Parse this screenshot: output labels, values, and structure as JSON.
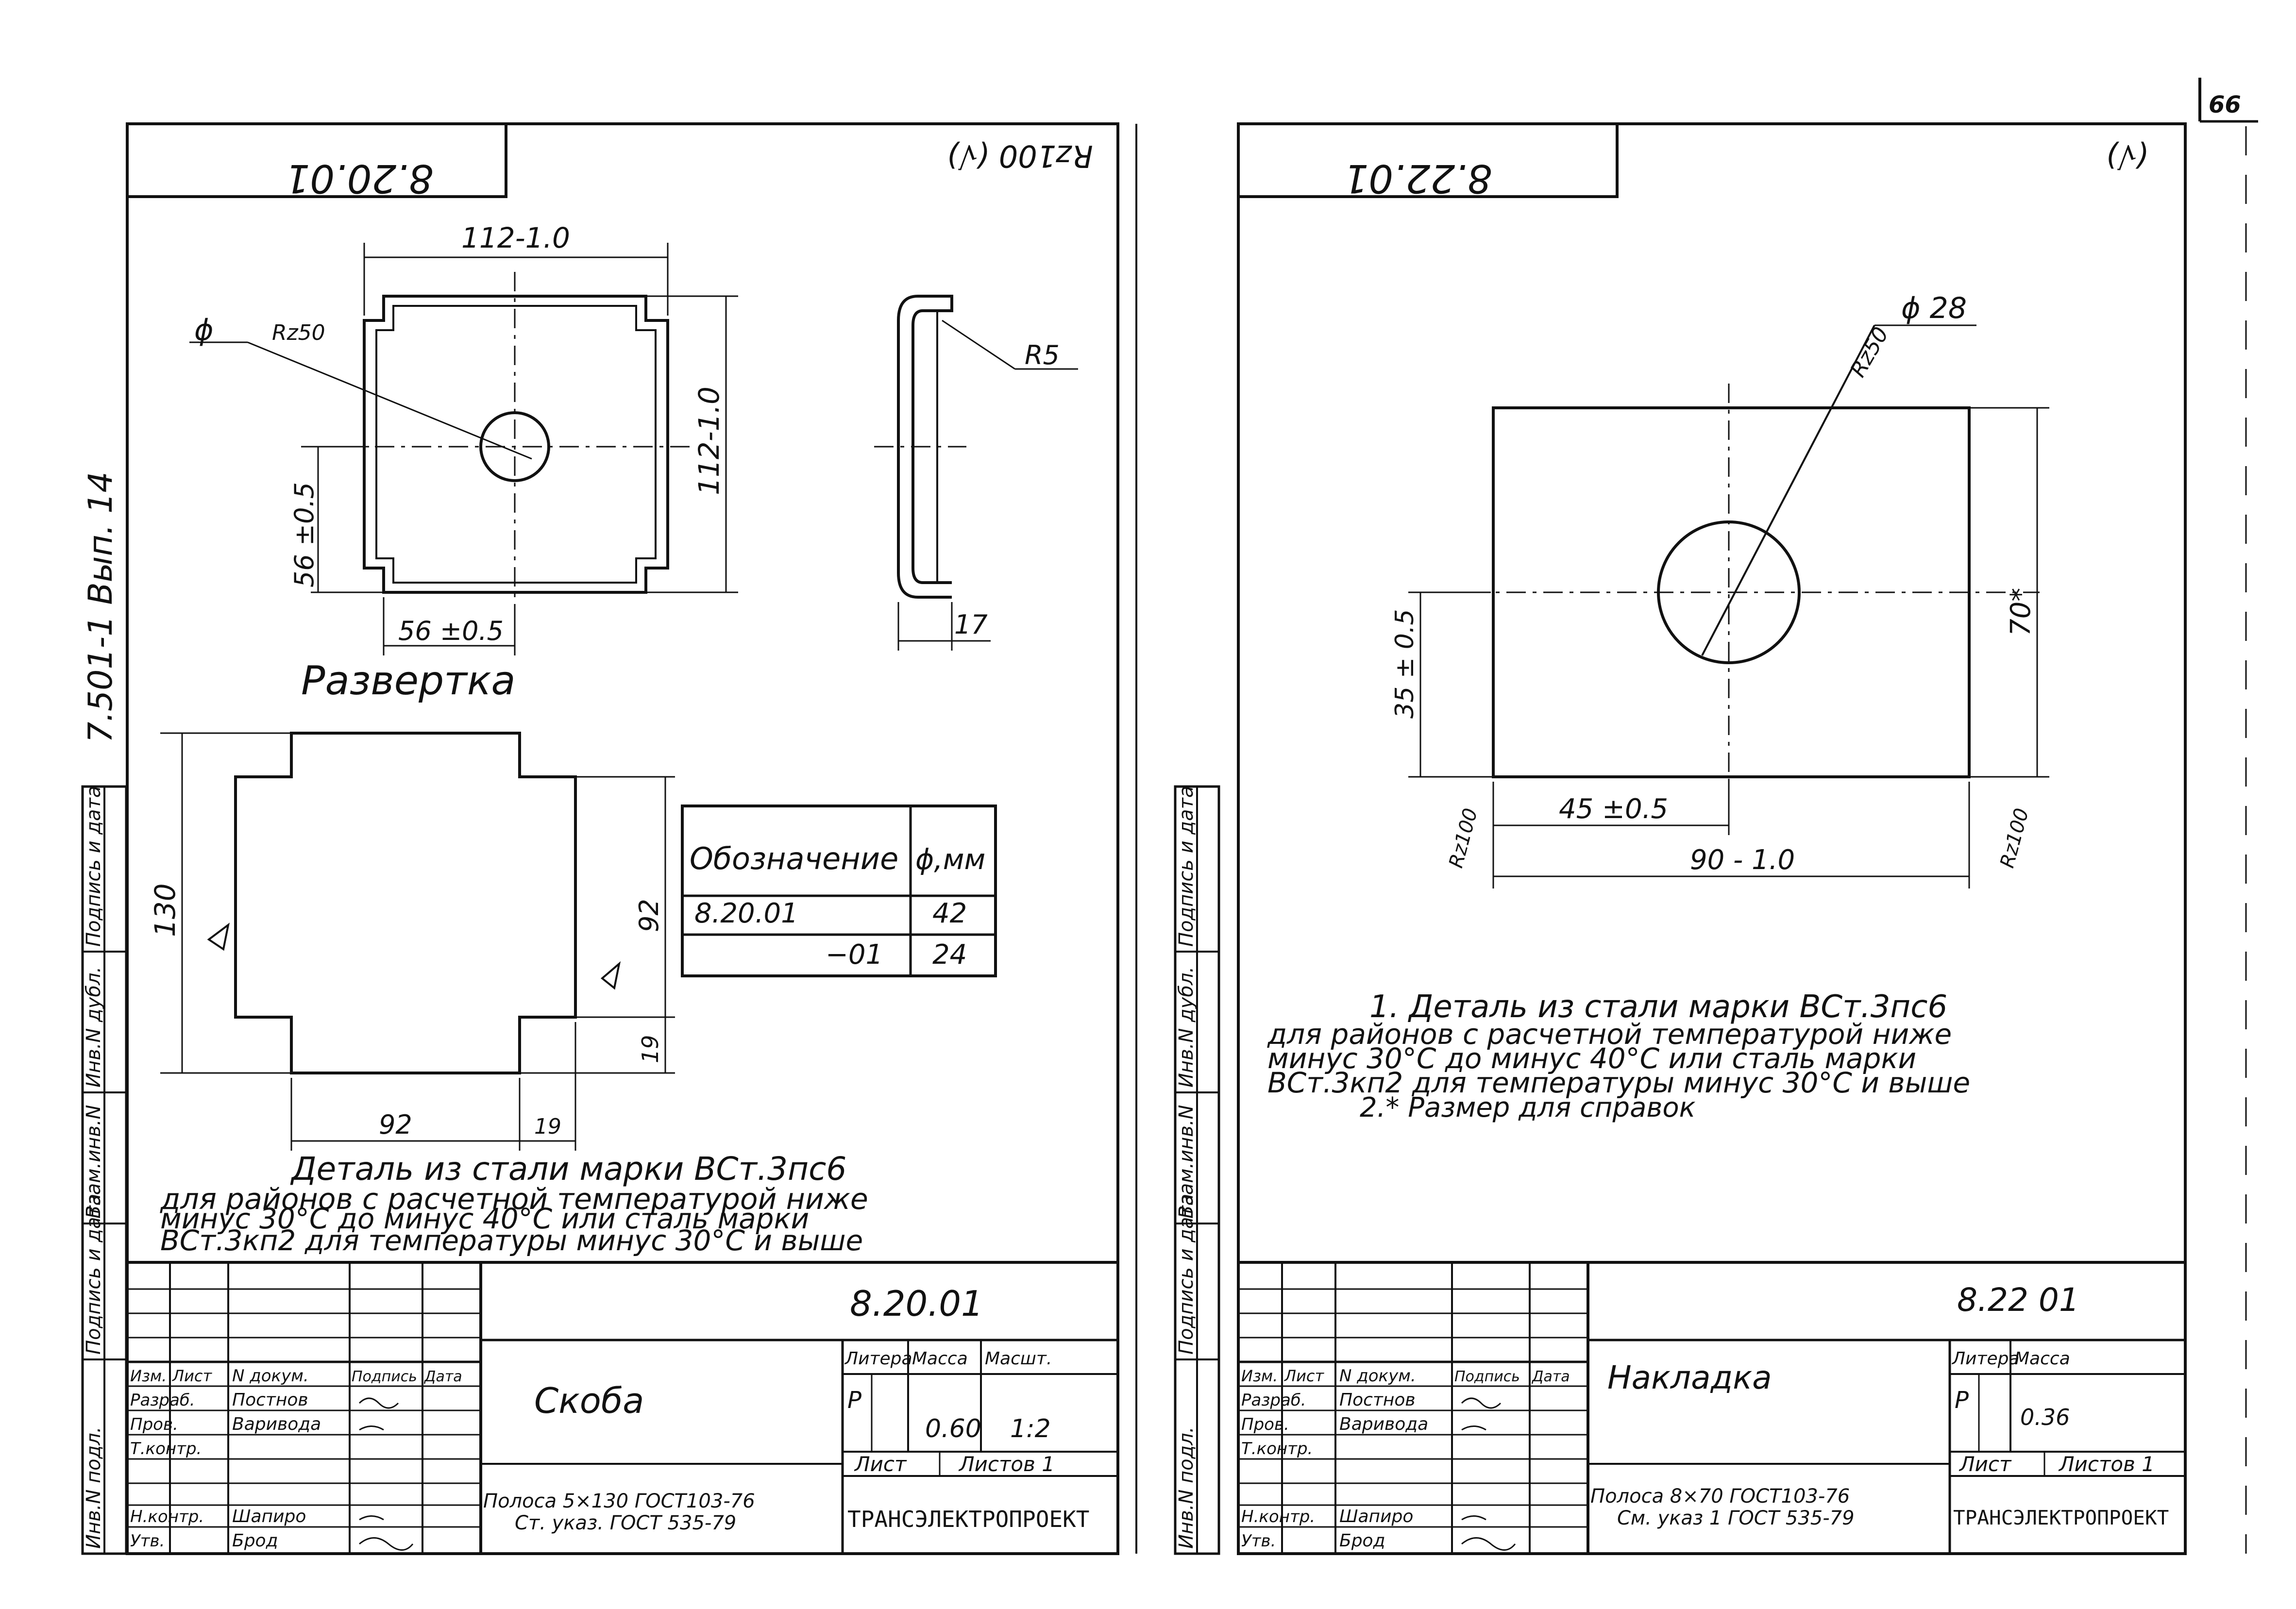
{
  "page_number": "66",
  "series_mark": "7.501-1 Вып. 14",
  "side_stamp": [
    "Инв.N подл.",
    "Подпись и дата",
    "Взам.инв.N",
    "Инв.N дубл.",
    "Подпись и дата"
  ],
  "left_sheet": {
    "top_code": "8.20.01",
    "roughness": "Rz100 (√)",
    "dims": {
      "width": "112-1.0",
      "height": "112-1.0",
      "phi": "ϕ",
      "rz": "Rz50",
      "r5": "R5",
      "d56v": "56 ±0.5",
      "d56h": "56 ±0.5",
      "d17": "17",
      "d130": "130",
      "d92v": "92",
      "d19v": "19",
      "d92h": "92",
      "d19h": "19"
    },
    "razvertka": "Развертка",
    "table": {
      "headers": [
        "Обозначение",
        "ϕ,мм"
      ],
      "rows": [
        [
          "8.20.01",
          "42"
        ],
        [
          "−01",
          "24"
        ]
      ]
    },
    "notes": [
      "Деталь из стали марки ВСт.3пс6",
      "для районов с расчетной температурой ниже",
      "минус 30°С до минус 40°С или сталь марки",
      "ВСт.3кп2 для температуры минус 30°С и выше"
    ],
    "title_block": {
      "code": "8.20.01",
      "name": "Скоба",
      "labels": [
        "Изм.",
        "Лист",
        "N докум.",
        "Подпись",
        "Дата"
      ],
      "staff": [
        [
          "Разраб.",
          "Постнов"
        ],
        [
          "Пров.",
          "Варивода"
        ],
        [
          "Т.контр.",
          ""
        ],
        [
          "",
          ""
        ],
        [
          "Н.контр.",
          "Шапиро"
        ],
        [
          "Утв.",
          "Брод"
        ]
      ],
      "litera_h": "Литера",
      "massa_h": "Масса",
      "masshtab_h": "Масшт.",
      "litera": "Р",
      "massa": "0.60",
      "masshtab": "1:2",
      "list": "Лист",
      "listov": "Листов 1",
      "material_line1": "Полоса 5×130 ГОСТ103-76",
      "material_line2": "Ст. указ. ГОСТ 535-79",
      "org": "ТРАНСЭЛЕКТРОПРОЕКТ"
    }
  },
  "right_sheet": {
    "top_code": "8.22.01",
    "roughness": "(√)",
    "dims": {
      "phi28": "ϕ 28",
      "rz50": "Rz50",
      "d70": "70*",
      "d35": "35 ± 0.5",
      "d45": "45 ±0.5",
      "d90": "90 - 1.0",
      "rz100l": "Rz100",
      "rz100r": "Rz100"
    },
    "notes": [
      "1. Деталь из стали марки ВСт.3пс6",
      "для районов с расчетной температурой ниже",
      "минус 30°С до минус 40°С или сталь марки",
      "ВСт.3кп2 для температуры минус 30°С и выше",
      "2.* Размер для справок"
    ],
    "title_block": {
      "code": "8.22 01",
      "name": "Накладка",
      "labels": [
        "Изм.",
        "Лист",
        "N докум.",
        "Подпись",
        "Дата"
      ],
      "staff": [
        [
          "Разраб.",
          "Постнов"
        ],
        [
          "Пров.",
          "Варивода"
        ],
        [
          "Т.контр.",
          ""
        ],
        [
          "",
          ""
        ],
        [
          "Н.контр.",
          "Шапиро"
        ],
        [
          "Утв.",
          "Брод"
        ]
      ],
      "litera_h": "Литера",
      "massa_h": "Масса",
      "litera": "Р",
      "massa": "0.36",
      "list": "Лист",
      "listov": "Листов 1",
      "material_line1": "Полоса 8×70 ГОСТ103-76",
      "material_line2": "См. указ 1 ГОСТ 535-79",
      "org": "ТРАНСЭЛЕКТРОПРОЕКТ"
    }
  }
}
